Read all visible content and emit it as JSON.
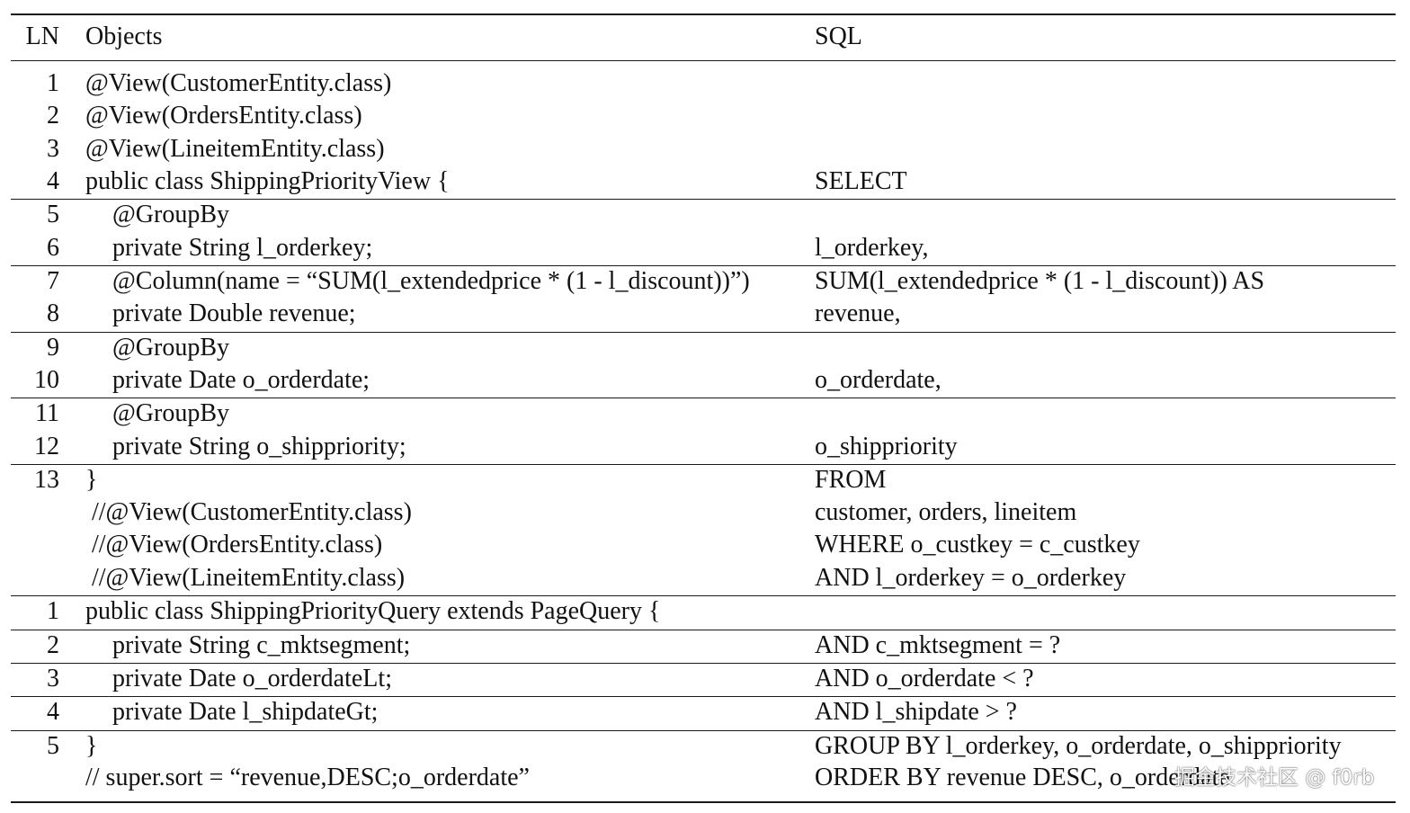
{
  "headers": {
    "ln": "LN",
    "objects": "Objects",
    "sql": "SQL"
  },
  "rows": [
    {
      "ln": "1",
      "objects": "@View(CustomerEntity.class)",
      "sql": ""
    },
    {
      "ln": "2",
      "objects": "@View(OrdersEntity.class)",
      "sql": ""
    },
    {
      "ln": "3",
      "objects": "@View(LineitemEntity.class)",
      "sql": ""
    },
    {
      "ln": "4",
      "objects": "public class ShippingPriorityView {",
      "sql": "SELECT"
    },
    {
      "ln": "5",
      "objects": "@GroupBy",
      "sql": ""
    },
    {
      "ln": "6",
      "objects": "private String l_orderkey;",
      "sql": "l_orderkey,"
    },
    {
      "ln": "7",
      "objects": "@Column(name = “SUM(l_extendedprice * (1 - l_discount))”)",
      "sql": "SUM(l_extendedprice * (1 - l_discount)) AS"
    },
    {
      "ln": "8",
      "objects": "private Double revenue;",
      "sql": "revenue,"
    },
    {
      "ln": "9",
      "objects": "@GroupBy",
      "sql": ""
    },
    {
      "ln": "10",
      "objects": "private Date o_orderdate;",
      "sql": "o_orderdate,"
    },
    {
      "ln": "11",
      "objects": "@GroupBy",
      "sql": ""
    },
    {
      "ln": "12",
      "objects": "private String o_shippriority;",
      "sql": "o_shippriority"
    },
    {
      "ln": "13",
      "objects": "}",
      "sql": "FROM"
    },
    {
      "ln": "",
      "objects": "//@View(CustomerEntity.class)",
      "sql": "customer, orders, lineitem"
    },
    {
      "ln": "",
      "objects": "//@View(OrdersEntity.class)",
      "sql": "WHERE o_custkey = c_custkey"
    },
    {
      "ln": "",
      "objects": "//@View(LineitemEntity.class)",
      "sql": "AND l_orderkey = o_orderkey"
    },
    {
      "ln": "1",
      "objects": "public class ShippingPriorityQuery extends PageQuery {",
      "sql": ""
    },
    {
      "ln": "2",
      "objects": "private String c_mktsegment;",
      "sql": "AND c_mktsegment = ?"
    },
    {
      "ln": "3",
      "objects": "private Date o_orderdateLt;",
      "sql": "AND o_orderdate < ?"
    },
    {
      "ln": "4",
      "objects": "private Date l_shipdateGt;",
      "sql": "AND l_shipdate > ?"
    },
    {
      "ln": "5",
      "objects": "}",
      "sql": "GROUP BY l_orderkey, o_orderdate, o_shippriority"
    },
    {
      "ln": "",
      "objects": "// super.sort = “revenue,DESC;o_orderdate”",
      "sql": "ORDER BY revenue DESC, o_orderdate"
    }
  ],
  "watermark": "掘金技术社区 @ f0rb"
}
